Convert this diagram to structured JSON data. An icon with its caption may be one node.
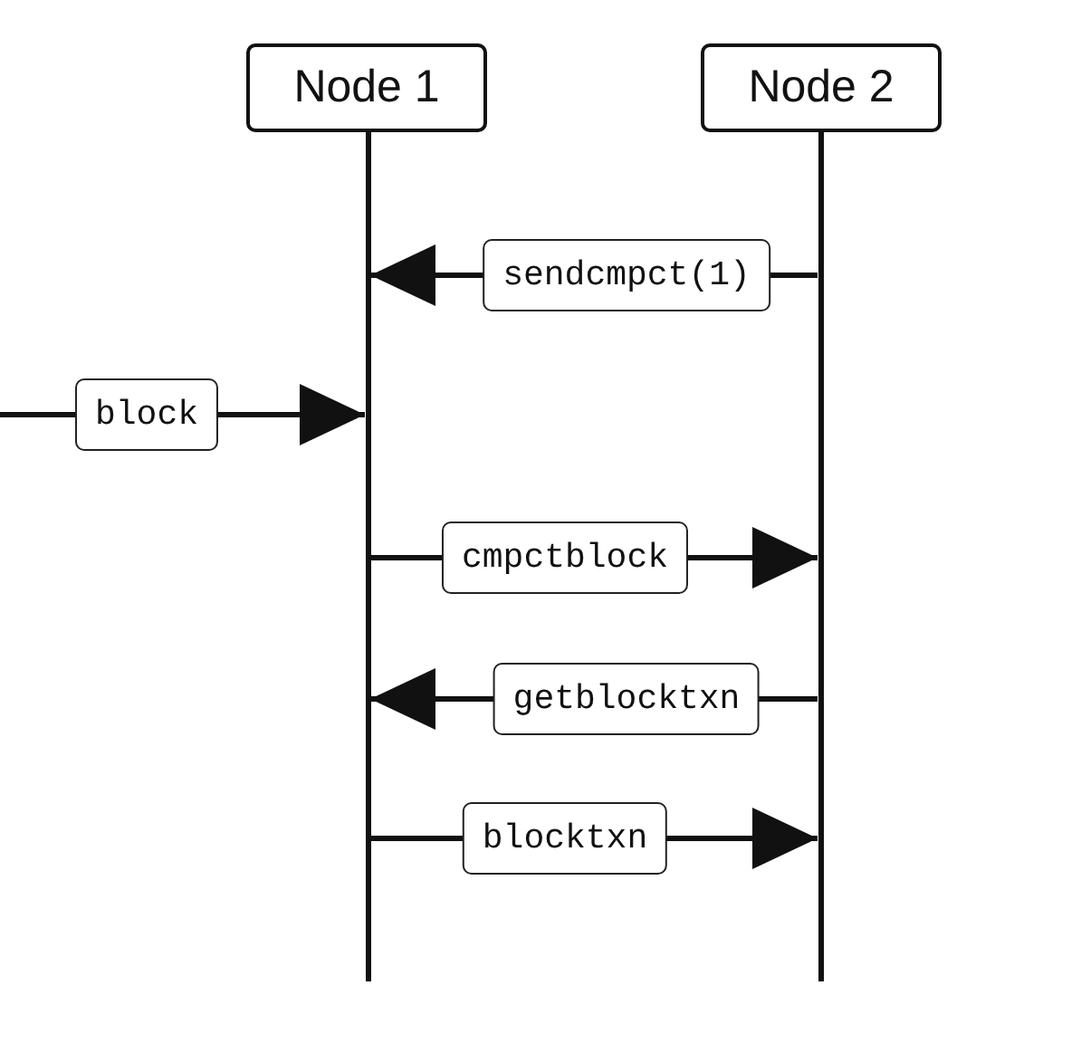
{
  "diagram": {
    "nodes": [
      {
        "text": [
          "Node 1"
        ]
      },
      {
        "text": [
          "Node 2"
        ]
      },
      {
        "text": [],
        "shape": "line"
      },
      {
        "text": [],
        "shape": "line"
      }
    ],
    "edges": [
      {
        "from": 3,
        "to": 2,
        "arrow": "to",
        "label": "sendcmpct(1)"
      },
      {
        "from": null,
        "to": 2,
        "arrow": "to",
        "label": "block"
      },
      {
        "from": 2,
        "to": 3,
        "arrow": "to",
        "label": "cmpctblock"
      },
      {
        "from": 3,
        "to": 2,
        "arrow": "to",
        "label": "getblocktxn"
      },
      {
        "from": 2,
        "to": 3,
        "arrow": "to",
        "label": "blocktxn"
      }
    ]
  }
}
